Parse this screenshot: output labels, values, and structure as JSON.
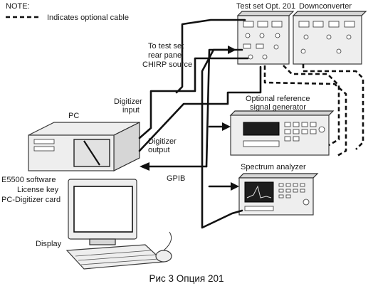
{
  "legend": {
    "note": "NOTE:",
    "optional_cable": "Indicates optional cable"
  },
  "labels": {
    "test_set": "Test set Opt. 201",
    "downconverter": "Downconverter",
    "chirp_source": [
      "To test set",
      "rear panel",
      "CHIRP source"
    ],
    "digitizer_input": [
      "Digitizer",
      "input"
    ],
    "pc": "PC",
    "optional_ref": [
      "Optional reference",
      "signal generator"
    ],
    "digitizer_output": [
      "Digitizer",
      "output"
    ],
    "gpib": "GPIB",
    "spectrum_analyzer": "Spectrum analyzer",
    "pc_items": [
      "E5500 software",
      "License key",
      "PC-Digitizer card"
    ],
    "display": "Display"
  },
  "caption": "Рис 3 Опция 201"
}
